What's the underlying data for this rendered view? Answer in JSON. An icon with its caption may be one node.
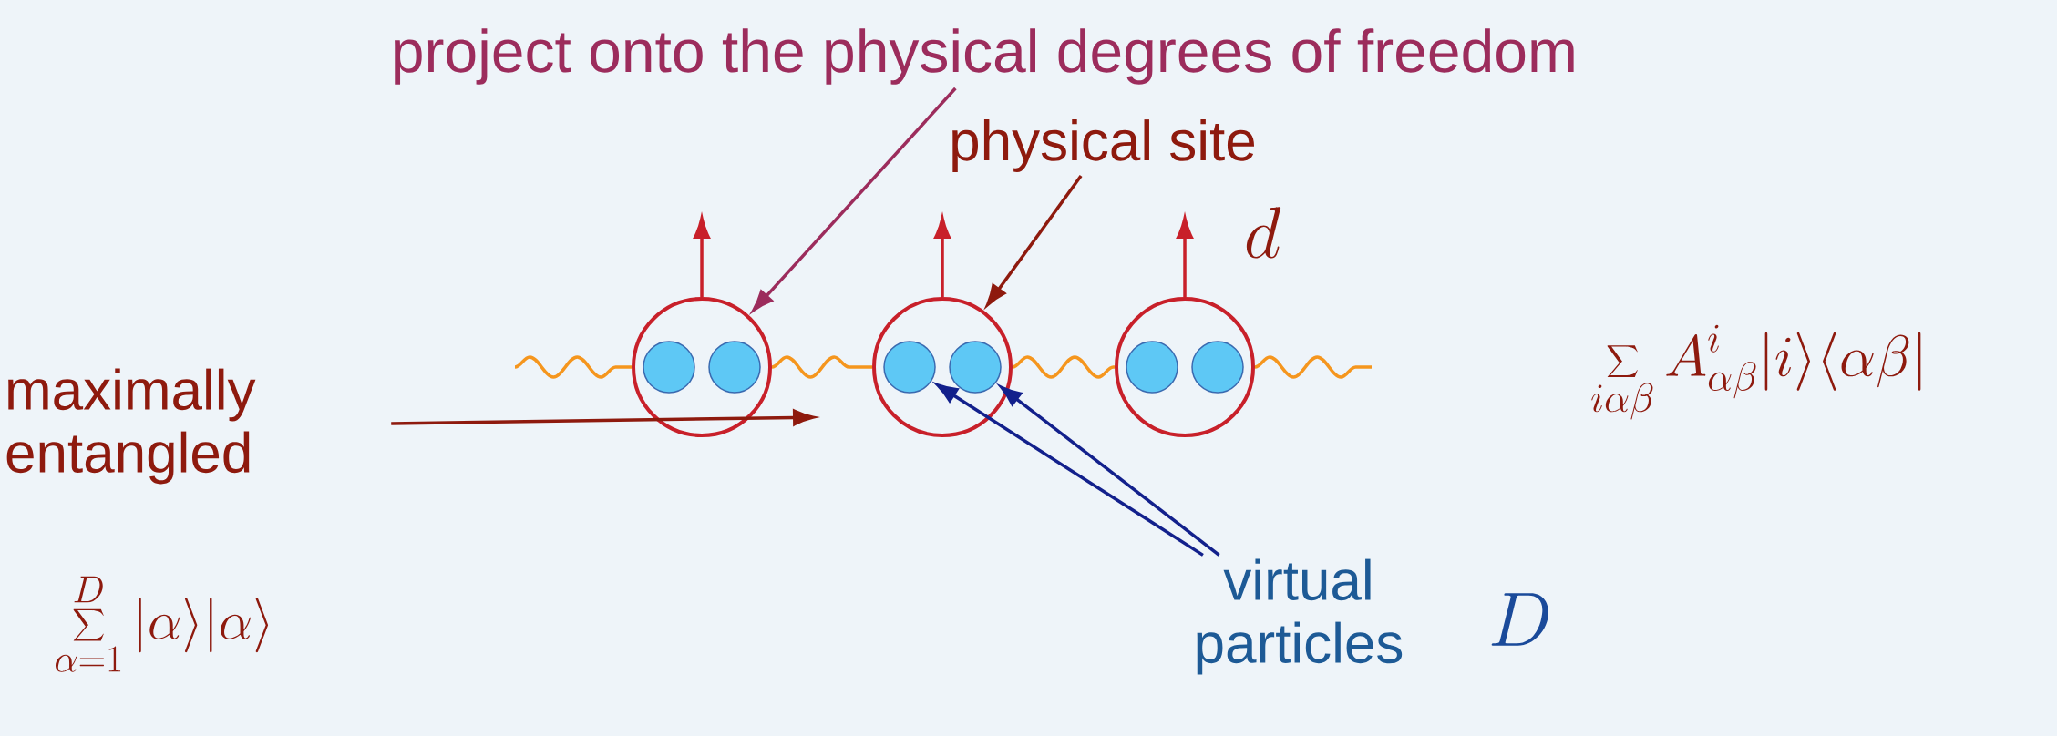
{
  "diagram": {
    "nodes": [
      {
        "text": [
          "project onto the physical degrees of freedom"
        ]
      },
      {
        "text": [
          "physical site"
        ]
      },
      {
        "text": [
          "maximally entangled"
        ]
      },
      {
        "text": [
          "virtual particles"
        ]
      },
      {
        "text": [],
        "shape": "circle"
      },
      {
        "text": [],
        "shape": "circle"
      },
      {
        "text": [],
        "shape": "circle"
      },
      {
        "text": [],
        "shape": "circle",
        "in": 4
      },
      {
        "text": [],
        "shape": "circle",
        "in": 4
      },
      {
        "text": [],
        "shape": "circle",
        "in": 5
      },
      {
        "text": [],
        "shape": "circle",
        "in": 5
      },
      {
        "text": [],
        "shape": "circle",
        "in": 6
      },
      {
        "text": [],
        "shape": "circle",
        "in": 6
      }
    ],
    "edges": [
      {
        "from": 0,
        "to": 4,
        "arrow": "to",
        "color": "#9c2c5c"
      },
      {
        "from": 1,
        "to": 5,
        "arrow": "to",
        "color": "#8e1a0e"
      },
      {
        "from": 2,
        "to": null,
        "arrow": "to",
        "color": "#8e1a0e"
      },
      {
        "from": 3,
        "to": 9,
        "arrow": "to",
        "color": "#12208c"
      },
      {
        "from": 3,
        "to": 10,
        "arrow": "to",
        "color": "#12208c"
      },
      {
        "from": 4,
        "to": null,
        "arrow": "to",
        "color": "#c8202a"
      },
      {
        "from": 5,
        "to": null,
        "arrow": "to",
        "color": "#c8202a"
      },
      {
        "from": 6,
        "to": null,
        "arrow": "to",
        "color": "#c8202a"
      },
      {
        "from": null,
        "to": 4,
        "arrow": "none",
        "color": "#f5961e"
      },
      {
        "from": 4,
        "to": 5,
        "arrow": "none",
        "color": "#f5961e"
      },
      {
        "from": 5,
        "to": 6,
        "arrow": "none",
        "color": "#f5961e"
      },
      {
        "from": 6,
        "to": null,
        "arrow": "none",
        "color": "#f5961e"
      }
    ],
    "labels": [
      "d",
      "D",
      "\\sum_{i\\alpha\\beta} A^{i}_{\\alpha\\beta}|i\\rangle\\langle\\alpha\\beta|",
      "\\sum_{\\alpha=1}^{D}|\\alpha\\rangle|\\alpha\\rangle"
    ]
  }
}
